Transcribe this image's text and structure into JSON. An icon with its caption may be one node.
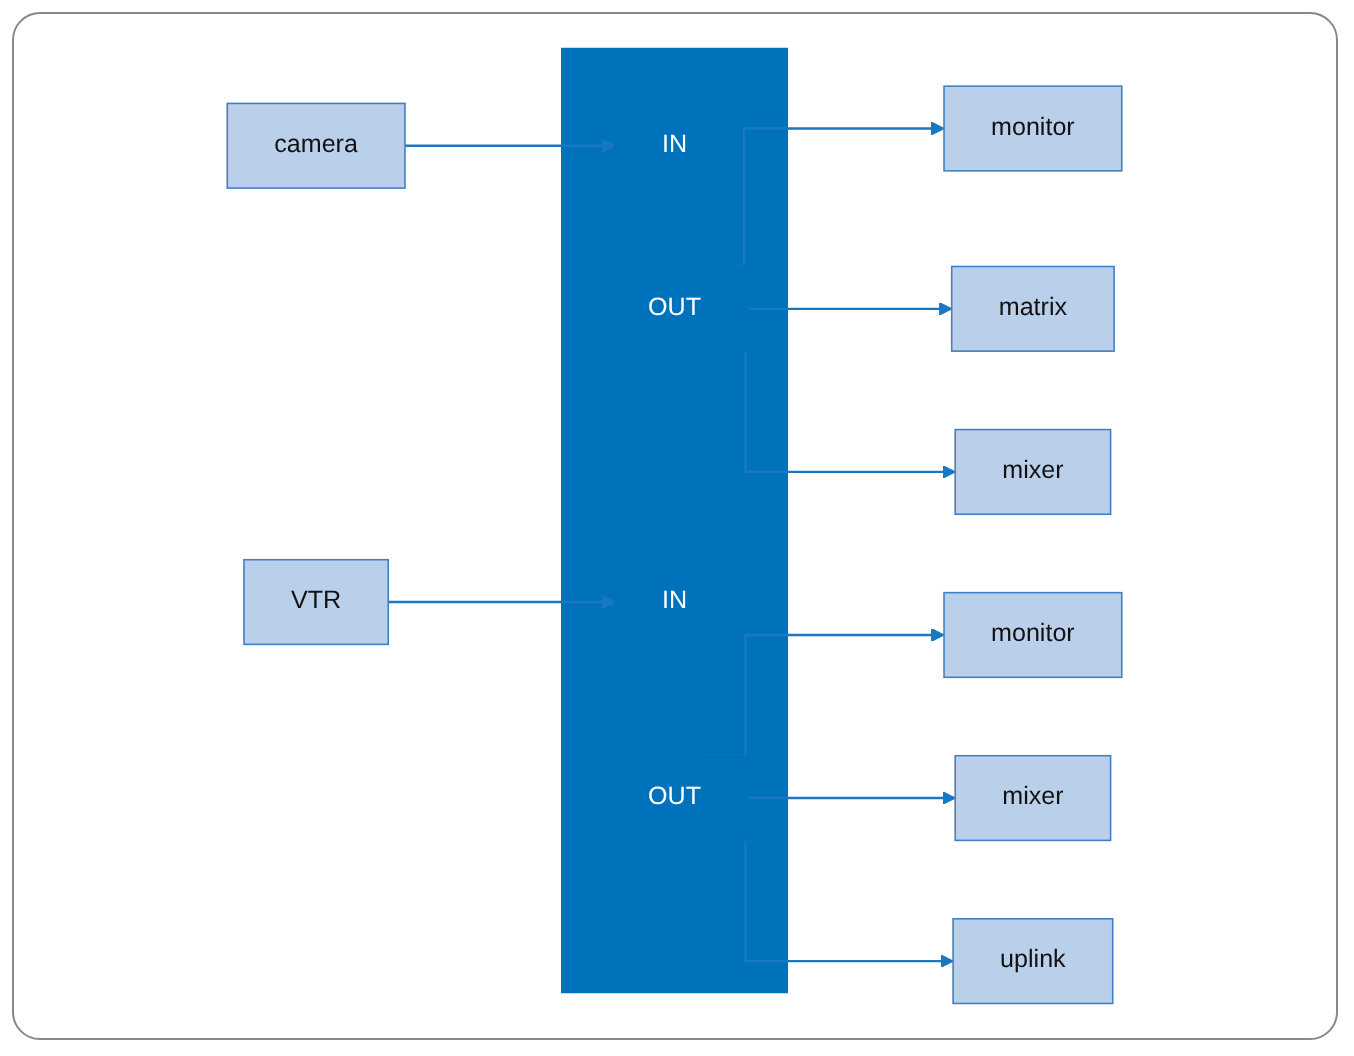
{
  "diagram": {
    "nodes": [
      {
        "text": [
          "camera"
        ]
      },
      {
        "text": [
          "VTR"
        ]
      },
      {
        "text": [],
        "shape": "box"
      },
      {
        "text": [
          "IN"
        ],
        "in": 2
      },
      {
        "text": [
          "OUT"
        ],
        "in": 2
      },
      {
        "text": [
          "IN"
        ],
        "in": 2
      },
      {
        "text": [
          "OUT"
        ],
        "in": 2
      },
      {
        "text": [
          "monitor"
        ]
      },
      {
        "text": [
          "matrix"
        ]
      },
      {
        "text": [
          "mixer"
        ]
      },
      {
        "text": [
          "monitor"
        ]
      },
      {
        "text": [
          "mixer"
        ]
      },
      {
        "text": [
          "uplink"
        ]
      }
    ],
    "edges": [
      {
        "from": 0,
        "to": 3,
        "arrow": "to"
      },
      {
        "from": 1,
        "to": 5,
        "arrow": "to"
      },
      {
        "from": 4,
        "to": 7,
        "arrow": "to"
      },
      {
        "from": 4,
        "to": 8,
        "arrow": "to"
      },
      {
        "from": 4,
        "to": 9,
        "arrow": "to"
      },
      {
        "from": 6,
        "to": 10,
        "arrow": "to"
      },
      {
        "from": 6,
        "to": 11,
        "arrow": "to"
      },
      {
        "from": 6,
        "to": 12,
        "arrow": "to"
      }
    ]
  }
}
